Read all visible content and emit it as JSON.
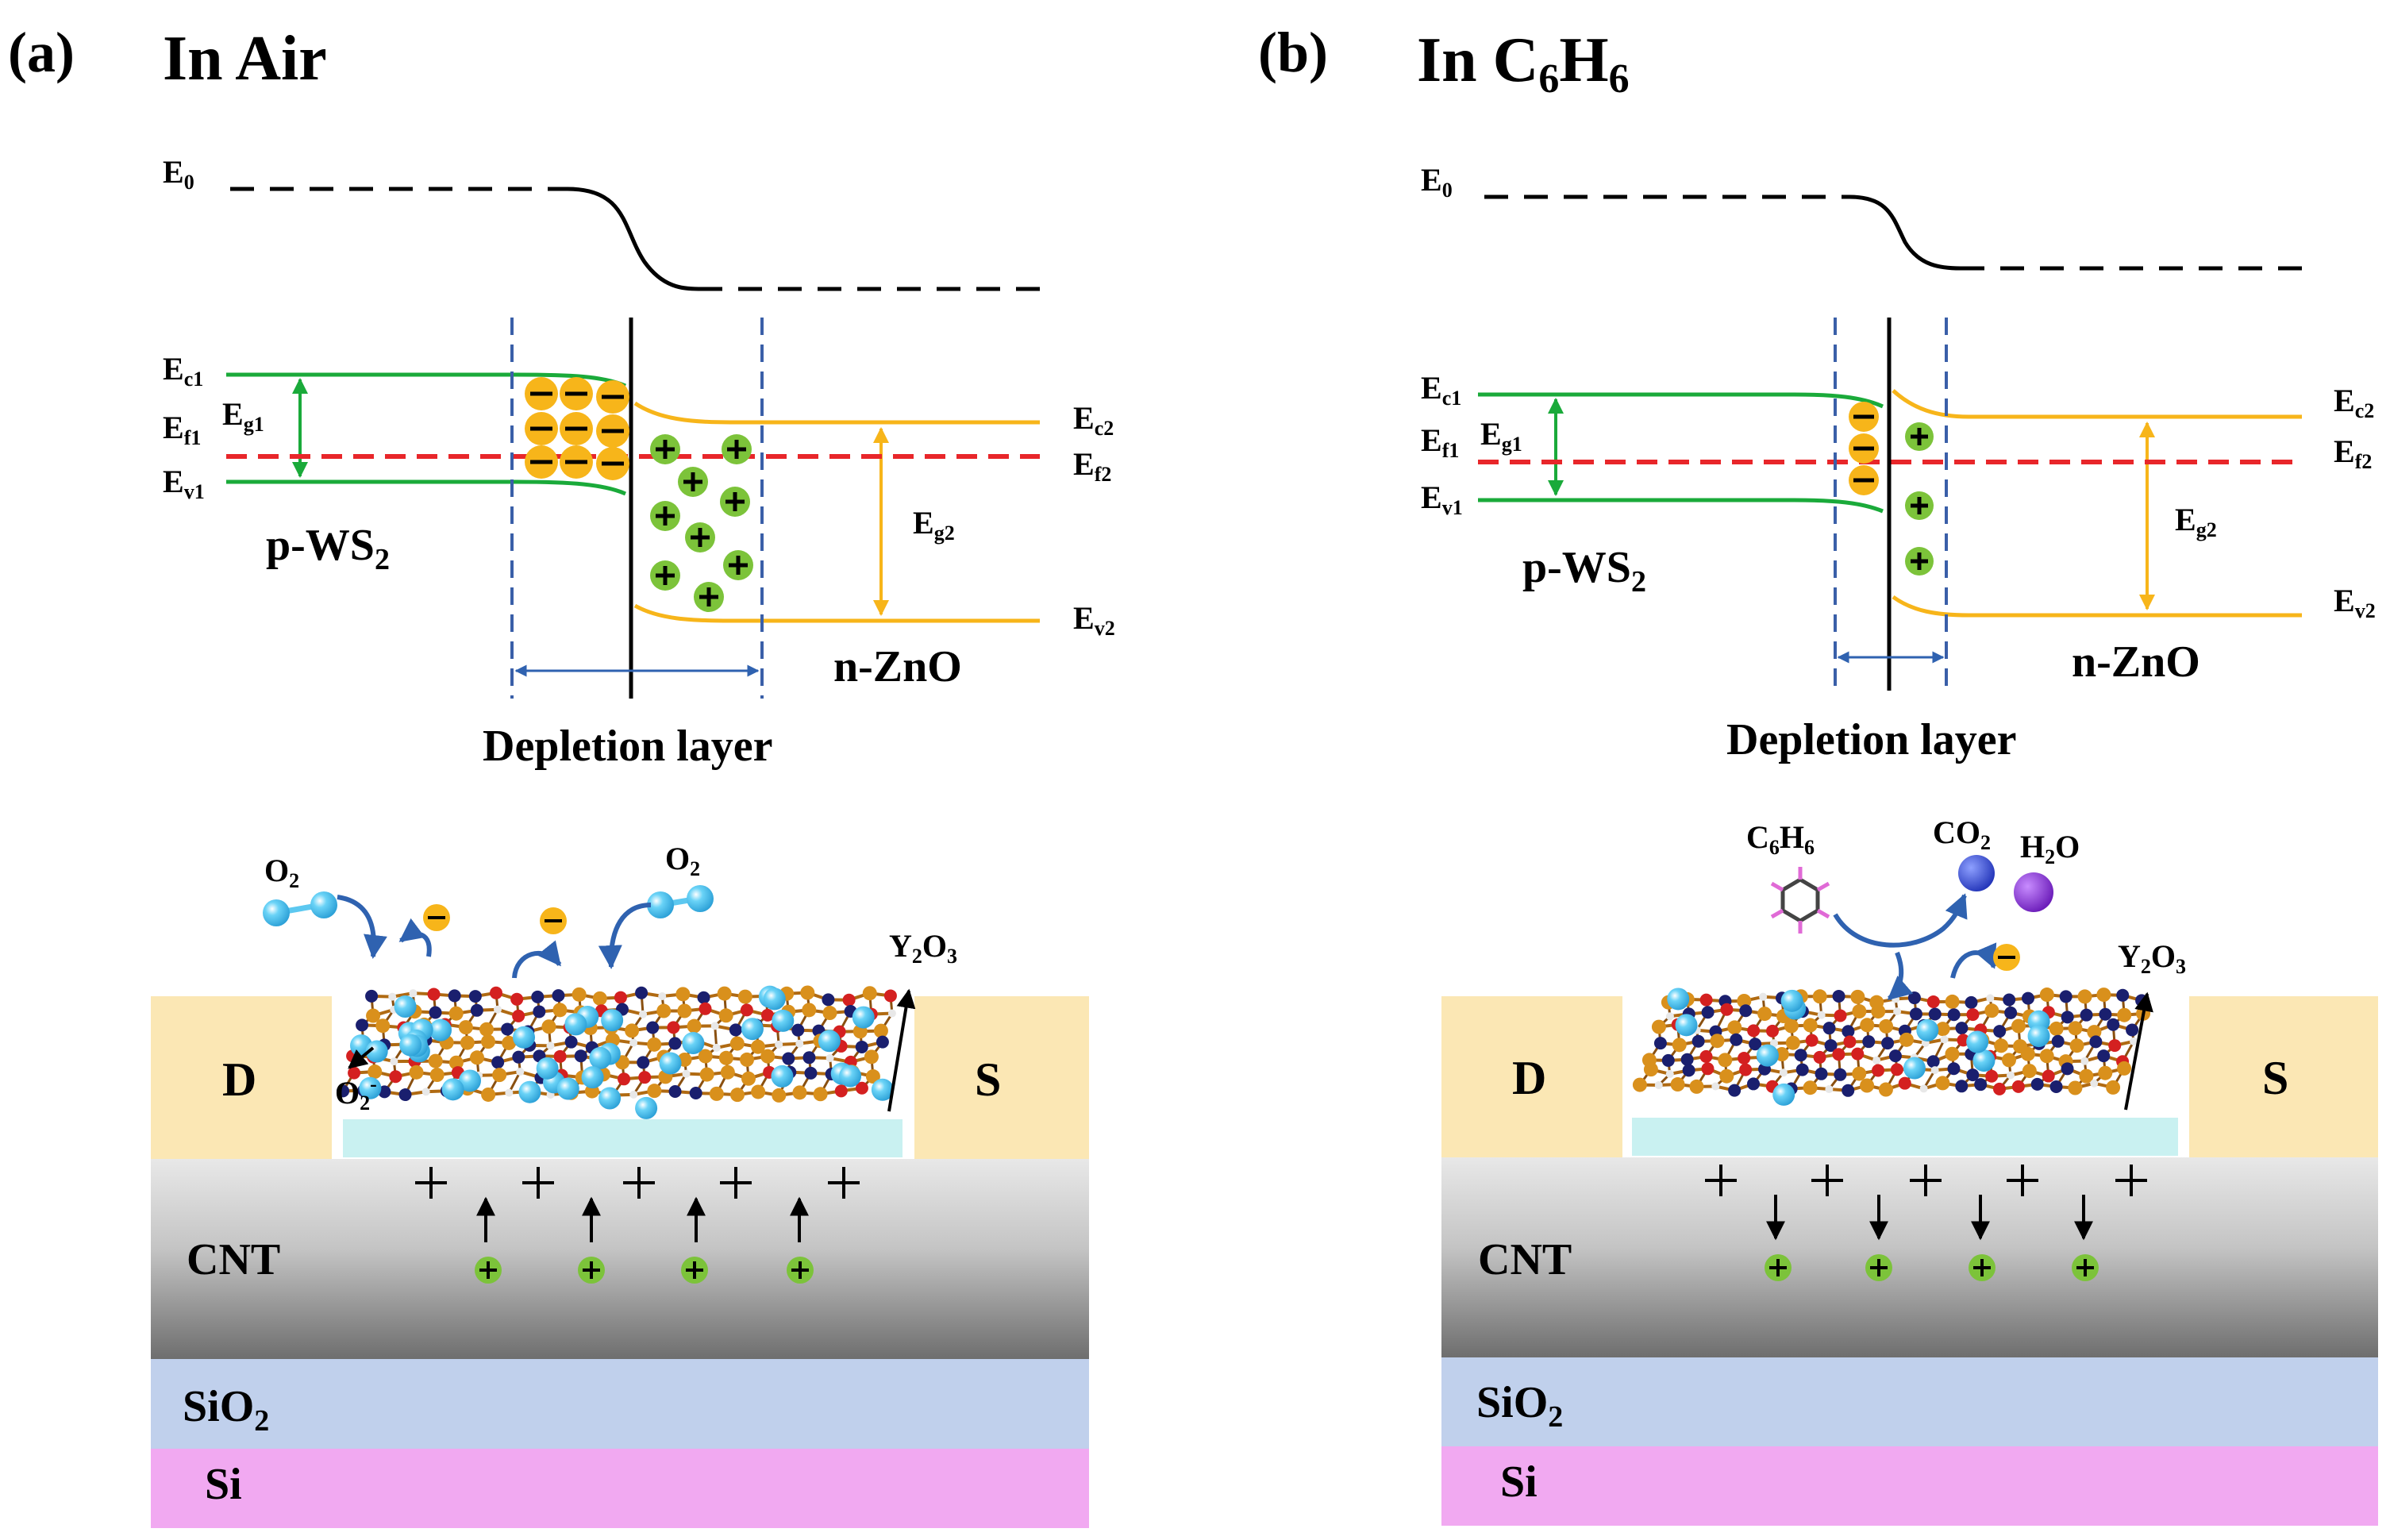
{
  "panels": {
    "a": {
      "letter": "(a)",
      "title": "In Air",
      "band": {
        "E0": "E",
        "E0_sub": "0",
        "Ec1": "E",
        "Ec1_sub": "c1",
        "Ef1": "E",
        "Ef1_sub": "f1",
        "Ev1": "E",
        "Ev1_sub": "v1",
        "Eg1": "E",
        "Eg1_sub": "g1",
        "Ec2": "E",
        "Ec2_sub": "c2",
        "Ef2": "E",
        "Ef2_sub": "f2",
        "Ev2": "E",
        "Ev2_sub": "v2",
        "Eg2": "E",
        "Eg2_sub": "g2",
        "pws2": "p-WS",
        "pws2_sub": "2",
        "nzno": "n-ZnO",
        "depletion": "Depletion layer"
      },
      "device": {
        "D": "D",
        "S": "S",
        "CNT": "CNT",
        "SiO2": "SiO",
        "SiO2_sub": "2",
        "Si": "Si",
        "Y2O3": "Y",
        "Y2O3_sub": "2",
        "Y2O3_tail": "O",
        "Y2O3_sub2": "3",
        "O2": "O",
        "O2_sub": "2",
        "O2minus": "O",
        "O2minus_sub": "2",
        "O2minus_sup": "-"
      }
    },
    "b": {
      "letter": "(b)",
      "title": "In C",
      "title_sub1": "6",
      "title_mid": "H",
      "title_sub2": "6",
      "band": {
        "E0": "E",
        "E0_sub": "0",
        "Ec1": "E",
        "Ec1_sub": "c1",
        "Ef1": "E",
        "Ef1_sub": "f1",
        "Ev1": "E",
        "Ev1_sub": "v1",
        "Eg1": "E",
        "Eg1_sub": "g1",
        "Ec2": "E",
        "Ec2_sub": "c2",
        "Ef2": "E",
        "Ef2_sub": "f2",
        "Ev2": "E",
        "Ev2_sub": "v2",
        "Eg2": "E",
        "Eg2_sub": "g2",
        "pws2": "p-WS",
        "pws2_sub": "2",
        "nzno": "n-ZnO",
        "depletion": "Depletion layer"
      },
      "device": {
        "D": "D",
        "S": "S",
        "CNT": "CNT",
        "SiO2": "SiO",
        "SiO2_sub": "2",
        "Si": "Si",
        "Y2O3": "Y",
        "Y2O3_sub": "2",
        "Y2O3_tail": "O",
        "Y2O3_sub2": "3",
        "C6H6": "C",
        "C6H6_sub1": "6",
        "C6H6_mid": "H",
        "C6H6_sub2": "6",
        "CO2": "CO",
        "CO2_sub": "2",
        "H2O": "H",
        "H2O_sub": "2",
        "H2O_tail": "O"
      }
    }
  },
  "colors": {
    "ws2_band": "#1aaa3a",
    "zno_band": "#f7b51a",
    "fermi": "#e8262a",
    "depletion_dash": "#3a5fa8",
    "arrow_blue": "#2f62b0",
    "electron": "#f7b51a",
    "hole": "#7cc33a",
    "electrode": "#fbe7b4",
    "y2o3_layer": "#c9f1f1",
    "sio2": "#c0d0ec",
    "si": "#f1a9f1",
    "o_atom": "#5cc8f0",
    "co2": "#3747d6",
    "h2o": "#8a2fd6"
  }
}
